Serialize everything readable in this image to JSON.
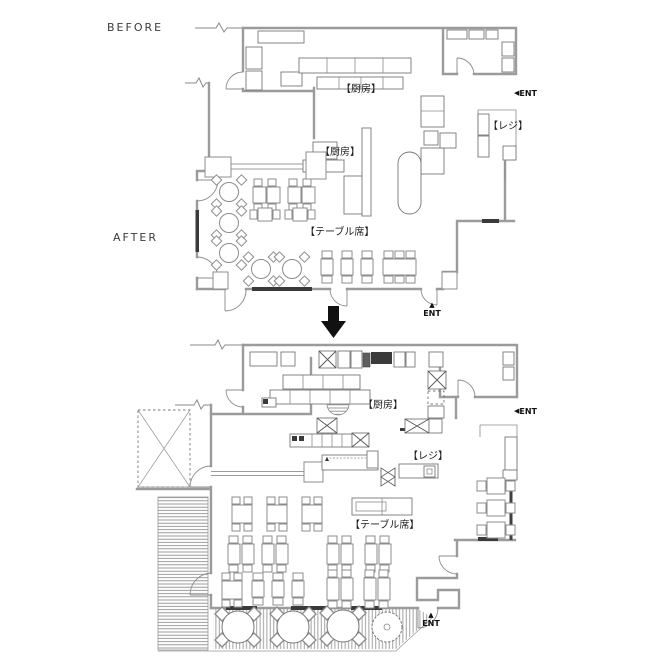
{
  "comparison": {
    "before": {
      "title": "BEFORE",
      "labels": {
        "kitchen_upper": "【厨房】",
        "kitchen_lower": "【厨房】",
        "register": "【レジ】",
        "table_seating": "【テーブル席】",
        "entrance_side": "ENT",
        "entrance_bottom": "ENT"
      }
    },
    "after": {
      "title": "AFTER",
      "labels": {
        "kitchen": "【厨房】",
        "register": "【レジ】",
        "table_seating": "【テーブル席】",
        "entrance_side": "ENT",
        "entrance_bottom": "ENT"
      }
    }
  },
  "glyphs": {
    "entrance_side_arrow": "◀",
    "entrance_bottom_arrow": "▲"
  },
  "colors": {
    "background": "#ffffff",
    "wall": "#9b9b9b",
    "furniture_line": "#8c8c8c",
    "dark_fill": "#3a3a3a",
    "text": "#1a1a1a",
    "arrow": "#111111"
  }
}
